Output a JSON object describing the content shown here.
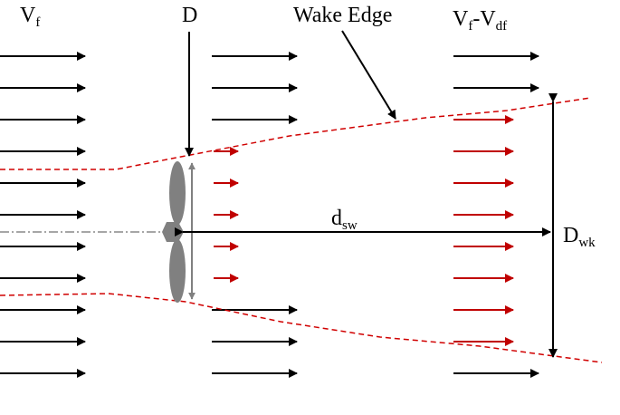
{
  "labels": {
    "vf": {
      "main": "V",
      "sub": "f"
    },
    "d": "D",
    "wake_edge": "Wake Edge",
    "vf_vdf": {
      "main1": "V",
      "sub1": "f",
      "dash": "-V",
      "sub2": "df"
    },
    "dsw": {
      "main": "d",
      "sub": "sw"
    },
    "dwk": {
      "main": "D",
      "sub": "wk"
    }
  },
  "colors": {
    "freestream_arrow": "#000000",
    "wake_arrow": "#c00000",
    "wake_edge": "#d00000",
    "propeller": "#808080",
    "centerline": "#888888",
    "dimension": "#000000"
  },
  "icons": {
    "propeller": "propeller-icon",
    "arrow": "arrow-icon"
  }
}
